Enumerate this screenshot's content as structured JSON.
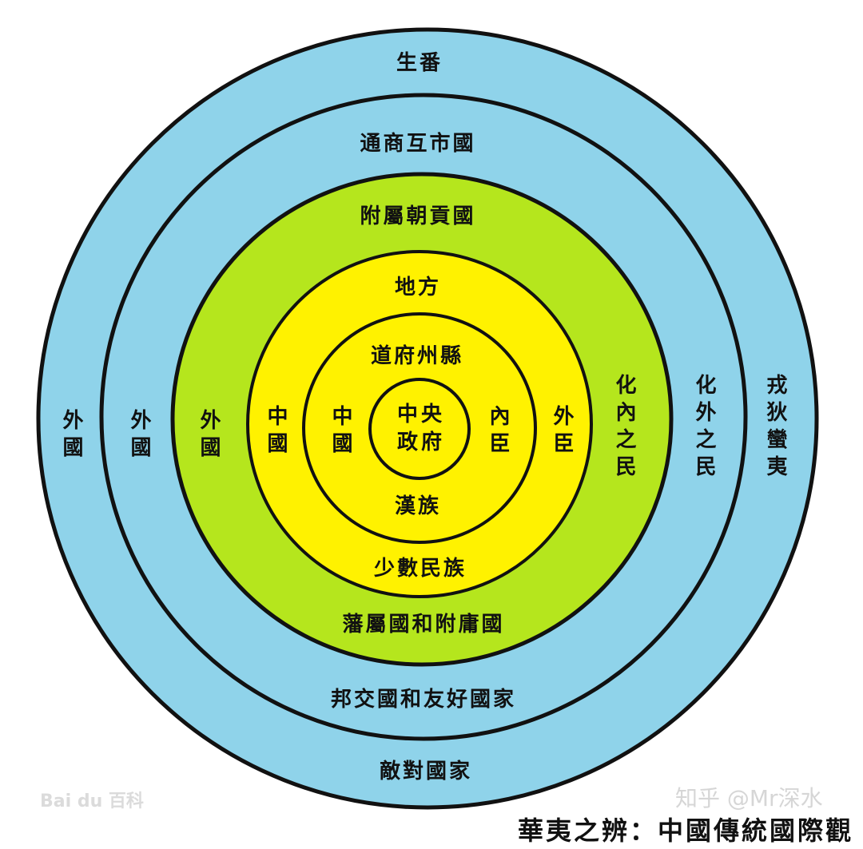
{
  "title": "華夷之辨：中國傳統國際觀",
  "watermarks": {
    "zhihu": "知乎 @Mr深水",
    "baidu": "Bai du 百科"
  },
  "colors": {
    "outer_ring": "#8fd3ea",
    "middle_ring": "#8fd3ea",
    "tributary_ring": "#b5e61d",
    "local_ring": "#fff200",
    "inner_ring": "#fff200",
    "center": "#fff200",
    "stroke": "#111111"
  },
  "rings": {
    "outer": {
      "top": "生番",
      "bottom": "敵對國家",
      "left": "外國",
      "right": "戎狄蠻夷"
    },
    "middle": {
      "top": "通商互市國",
      "bottom": "邦交國和友好國家",
      "left": "外國",
      "right": "化外之民"
    },
    "tributary": {
      "top": "附屬朝貢國",
      "bottom": "藩屬國和附庸國",
      "left": "外國",
      "right": "化內之民"
    },
    "local": {
      "top": "地方",
      "bottom": "少數民族",
      "left": "中國",
      "right": "外臣"
    },
    "inner": {
      "top": "道府州縣",
      "bottom": "漢族",
      "left": "中國",
      "right": "內臣"
    },
    "center": {
      "label": "中央政府"
    }
  }
}
